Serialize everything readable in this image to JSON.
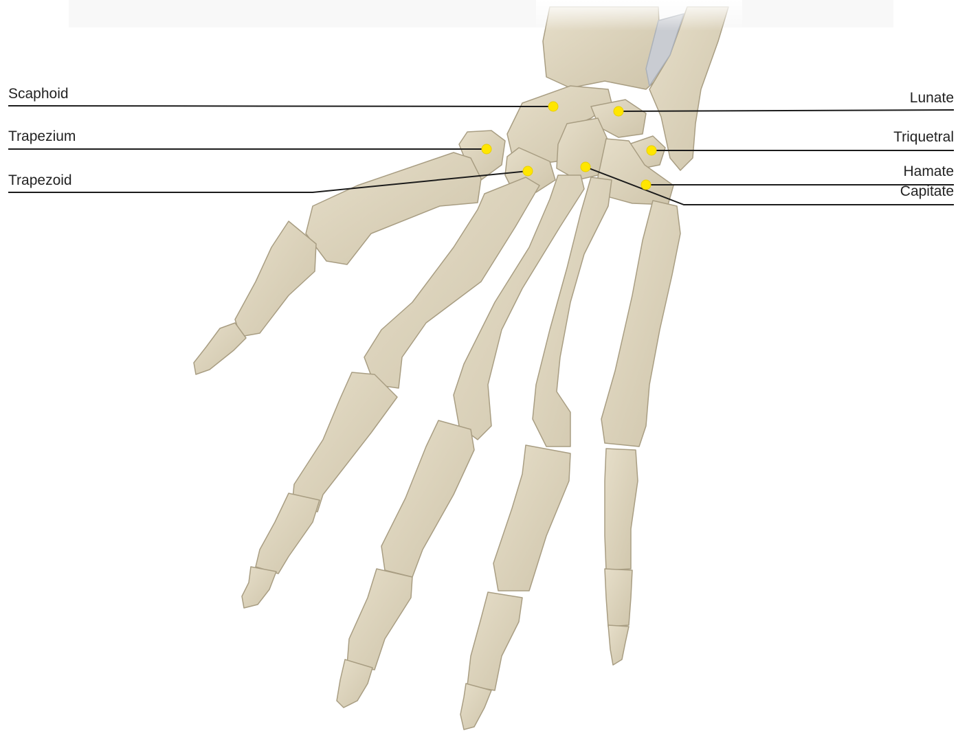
{
  "colors": {
    "bone_fill": "#dcd3bd",
    "bone_shade": "#c6bca2",
    "bone_edge": "#a89d82",
    "leader_line": "#1a1a1a",
    "marker": "#ffe600",
    "label_text": "#222222",
    "ligament": "#c9ccd2"
  },
  "labels": {
    "scaphoid": "Scaphoid",
    "trapezium": "Trapezium",
    "trapezoid": "Trapezoid",
    "lunate": "Lunate",
    "triquetral": "Triquetral",
    "hamate": "Hamate",
    "capitate": "Capitate"
  }
}
